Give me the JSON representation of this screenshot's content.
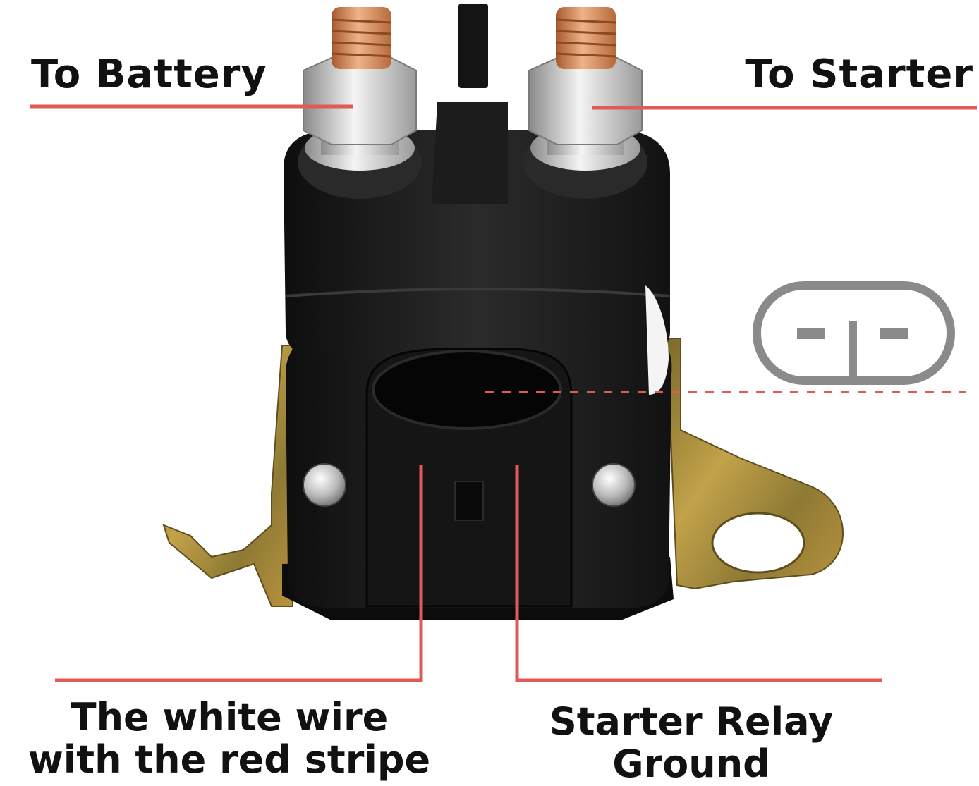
{
  "labels": {
    "to_battery": "To Battery",
    "to_starter": "To Starter",
    "white_wire_line1": "The white wire",
    "white_wire_line2": "with the red stripe",
    "relay_ground_line1": "Starter Relay",
    "relay_ground_line2": "Ground"
  },
  "colors": {
    "leader_line": "#e05a56",
    "label_text": "#111111",
    "solenoid_body": "#1a1a1a",
    "bracket": "#a88a3a",
    "copper_stud": "#d58a5a",
    "nut_silver": "#d8d8d8",
    "connector_icon": "#8a8a8a"
  },
  "icons": {
    "connector_pinout": "connector-pinout-icon"
  }
}
